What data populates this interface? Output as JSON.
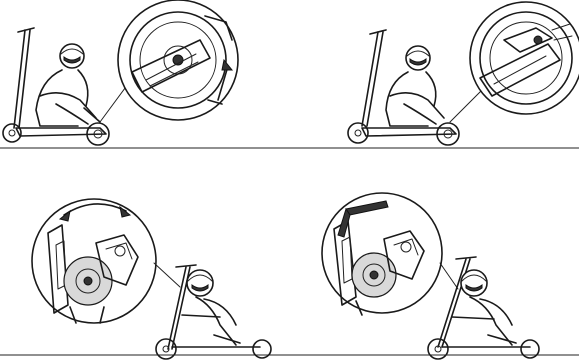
{
  "figure": {
    "panels": [
      {
        "step": "remove-rear-wheel-cover",
        "icon": "rear-wheel-detail-icon"
      },
      {
        "step": "rear-wheel-assembly",
        "icon": "rear-brake-detail-icon"
      },
      {
        "step": "open-front-hub-cover",
        "icon": "front-hub-open-detail-icon"
      },
      {
        "step": "tighten-with-hex-key",
        "icon": "hex-key-icon"
      }
    ],
    "colors": {
      "ink": "#1a1a1a",
      "background": "#ffffff",
      "shade": "#d9d9d9"
    }
  }
}
